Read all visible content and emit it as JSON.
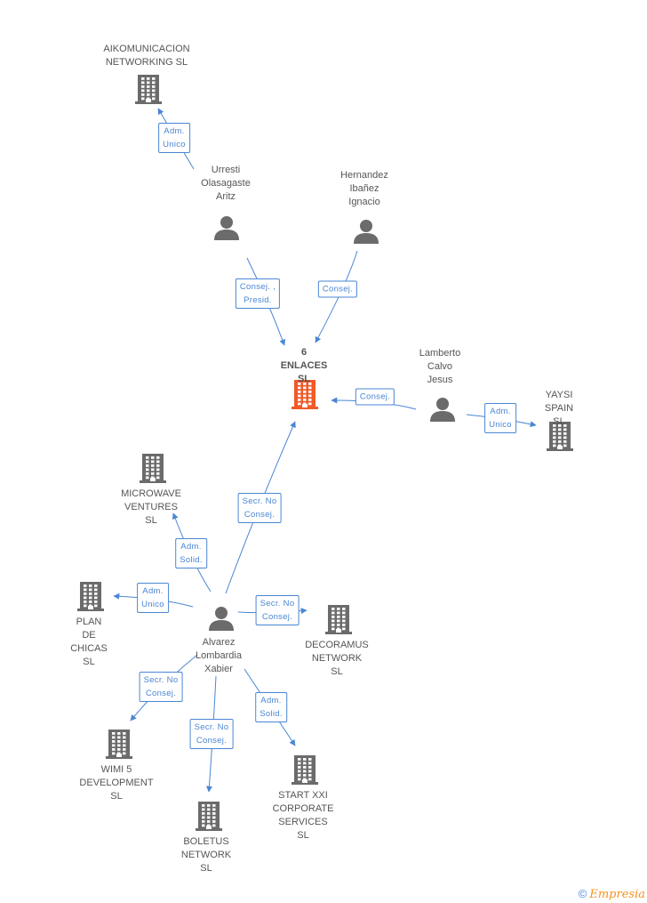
{
  "colors": {
    "edge": "#4a86d4",
    "building": "#6b6b6b",
    "building_main": "#f05a28",
    "person": "#6b6b6b"
  },
  "nodes": {
    "aikomunicacion": {
      "label": "AIKOMUNICACION\nNETWORKING SL",
      "type": "building"
    },
    "urresti": {
      "label": "Urresti\nOlasagaste\nAritz",
      "type": "person"
    },
    "hernandez": {
      "label": "Hernandez\nIbañez\nIgnacio",
      "type": "person"
    },
    "enlaces": {
      "label": "6 ENLACES\nSL",
      "type": "building-main"
    },
    "lamberto": {
      "label": "Lamberto\nCalvo\nJesus",
      "type": "person"
    },
    "yaysi": {
      "label": "YAYSI\nSPAIN SL",
      "type": "building"
    },
    "microwave": {
      "label": "MICROWAVE\nVENTURES SL",
      "type": "building"
    },
    "plan": {
      "label": "PLAN DE\nCHICAS SL",
      "type": "building"
    },
    "alvarez": {
      "label": "Alvarez\nLombardia\nXabier",
      "type": "person"
    },
    "decoramus": {
      "label": "DECORAMUS\nNETWORK SL",
      "type": "building"
    },
    "wimi": {
      "label": "WIMI 5\nDEVELOPMENT\nSL",
      "type": "building"
    },
    "boletus": {
      "label": "BOLETUS\nNETWORK SL",
      "type": "building"
    },
    "start": {
      "label": "START XXI\nCORPORATE\nSERVICES SL",
      "type": "building"
    }
  },
  "edges": [
    {
      "from": "urresti",
      "to": "aikomunicacion",
      "label": "Adm.\nUnico"
    },
    {
      "from": "urresti",
      "to": "enlaces",
      "label": "Consej. ,\nPresid."
    },
    {
      "from": "hernandez",
      "to": "enlaces",
      "label": "Consej."
    },
    {
      "from": "lamberto",
      "to": "enlaces",
      "label": "Consej."
    },
    {
      "from": "lamberto",
      "to": "yaysi",
      "label": "Adm.\nUnico"
    },
    {
      "from": "alvarez",
      "to": "enlaces",
      "label": "Secr. No\nConsej."
    },
    {
      "from": "alvarez",
      "to": "microwave",
      "label": "Adm.\nSolid."
    },
    {
      "from": "alvarez",
      "to": "plan",
      "label": "Adm.\nUnico"
    },
    {
      "from": "alvarez",
      "to": "decoramus",
      "label": "Secr. No\nConsej."
    },
    {
      "from": "alvarez",
      "to": "wimi",
      "label": "Secr. No\nConsej."
    },
    {
      "from": "alvarez",
      "to": "boletus",
      "label": "Secr. No\nConsej."
    },
    {
      "from": "alvarez",
      "to": "start",
      "label": "Adm.\nSolid."
    }
  ],
  "footer": {
    "copyright": "©",
    "brand": "Empresia"
  }
}
